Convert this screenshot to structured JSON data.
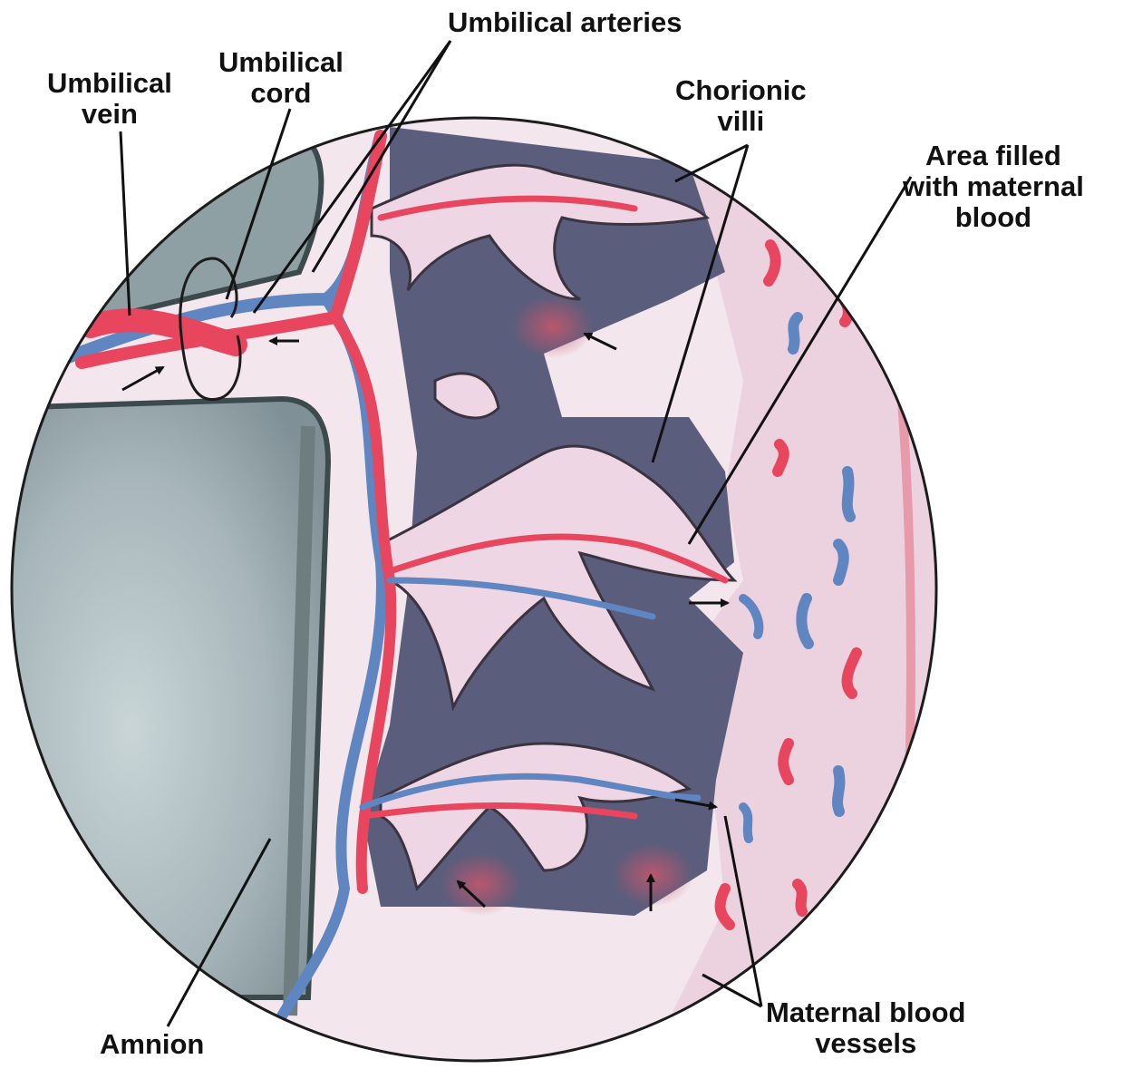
{
  "labels": {
    "umbilical_arteries": "Umbilical arteries",
    "umbilical_cord": [
      "Umbilical",
      "cord"
    ],
    "umbilical_vein": [
      "Umbilical",
      "vein"
    ],
    "chorionic_villi": [
      "Chorionic",
      "villi"
    ],
    "maternal_blood_area": [
      "Area filled",
      "with maternal",
      "blood"
    ],
    "maternal_blood_vessels": [
      "Maternal blood",
      "vessels"
    ],
    "amnion": "Amnion"
  },
  "colors": {
    "artery_red": "#e8465f",
    "vein_blue": "#5f86c0",
    "villus_pink": "#eed6e4",
    "intervillous_space": "#5a5d7c",
    "maternal_tissue": "#ecd2de",
    "amniotic_gray": "#a9b8bb",
    "outline": "#1c1c1c"
  },
  "icons": [
    "flow-arrow-icon",
    "umbilical-cord-loop-icon"
  ]
}
